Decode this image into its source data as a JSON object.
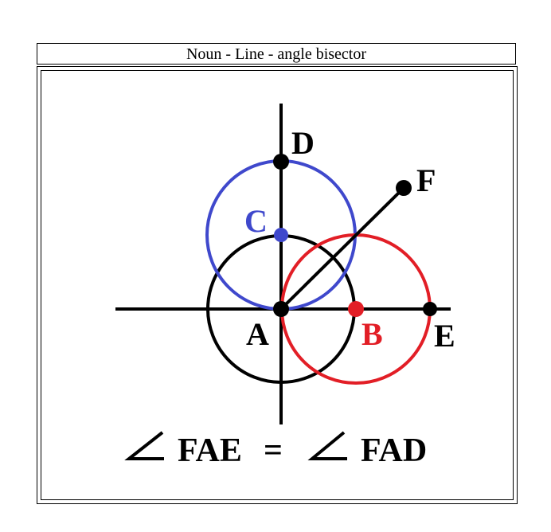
{
  "title": "Noun - Line - angle bisector",
  "labels": {
    "D": "D",
    "F": "F",
    "C": "C",
    "A": "A",
    "B": "B",
    "E": "E"
  },
  "equation": {
    "left": "FAE",
    "equals": "=",
    "right": "FAD"
  },
  "colors": {
    "black": "#000000",
    "blue": "#3f48cc",
    "red": "#e21e26"
  }
}
